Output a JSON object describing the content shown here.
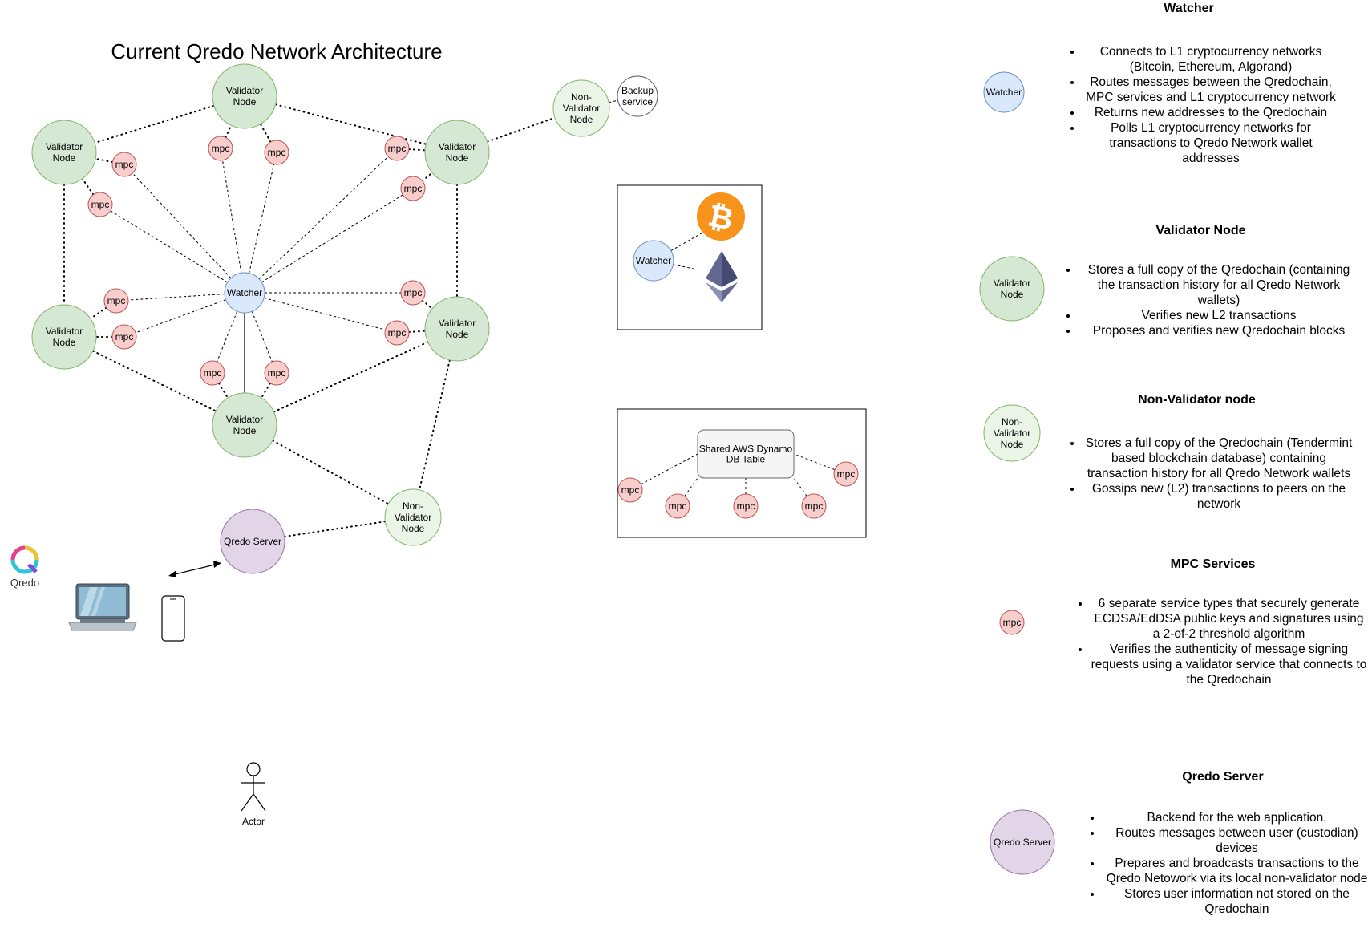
{
  "title": "Current Qredo Network Architecture",
  "colors": {
    "validator_fill": "#d5e8d4",
    "validator_stroke": "#82b366",
    "nonvalidator_fill": "#eaf5e8",
    "mpc_fill": "#f8cecc",
    "mpc_stroke": "#b85450",
    "watcher_fill": "#dae8fc",
    "watcher_stroke": "#6c8ebf",
    "server_fill": "#e1d5e7",
    "server_stroke": "#9673a6",
    "bitcoin": "#f7931a",
    "ethereum": "#62688f"
  },
  "nodes": {
    "validator_label": [
      "Validator",
      "Node"
    ],
    "nonvalidator_label": [
      "Non-",
      "Validator",
      "Node"
    ],
    "mpc_label": "mpc",
    "watcher_label": "Watcher",
    "backup_label": [
      "Backup",
      "service"
    ],
    "server_label": "Qredo Server",
    "dynamo_label": [
      "Shared AWS Dynamo",
      "DB Table"
    ],
    "actor_label": "Actor"
  },
  "logo": {
    "text": "Qredo"
  },
  "icons": [
    "laptop-icon",
    "phone-icon",
    "bitcoin-icon",
    "ethereum-icon",
    "actor-icon",
    "qredo-logo-icon"
  ],
  "legend": {
    "watcher": {
      "heading": "Watcher",
      "node_label": "Watcher",
      "bullets": [
        "Connects to L1 cryptocurrency networks (Bitcoin, Ethereum, Algorand)",
        "Routes messages between the Qredochain, MPC services and L1 cryptocurrency network",
        "Returns new addresses to the Qredochain",
        "Polls L1 cryptocurrency networks for transactions to Qredo Network wallet addresses"
      ]
    },
    "validator": {
      "heading": "Validator Node",
      "node_label": [
        "Validator",
        "Node"
      ],
      "bullets": [
        "Stores a full copy of the Qredochain (containing the transaction history for all Qredo Network wallets)",
        "Verifies new L2 transactions",
        "Proposes and verifies new Qredochain blocks"
      ]
    },
    "nonvalidator": {
      "heading": "Non-Validator node",
      "node_label": [
        "Non-",
        "Validator",
        "Node"
      ],
      "bullets": [
        "Stores a full copy of the Qredochain (Tendermint based blockchain database) containing transaction history for all Qredo Network wallets",
        "Gossips new (L2) transactions to peers on the network"
      ]
    },
    "mpc": {
      "heading": "MPC Services",
      "node_label": "mpc",
      "bullets": [
        "6 separate service types that securely generate ECDSA/EdDSA public keys and signatures using a 2-of-2 threshold algorithm",
        "Verifies the authenticity of message signing requests using a validator service that connects to the Qredochain"
      ]
    },
    "server": {
      "heading": "Qredo Server",
      "node_label": "Qredo Server",
      "bullets": [
        "Backend for the web application.",
        "Routes messages between user (custodian) devices",
        "Prepares and broadcasts transactions to the Qredo Netowork via its local non-validator node",
        "Stores user information not stored on the Qredochain"
      ]
    }
  }
}
